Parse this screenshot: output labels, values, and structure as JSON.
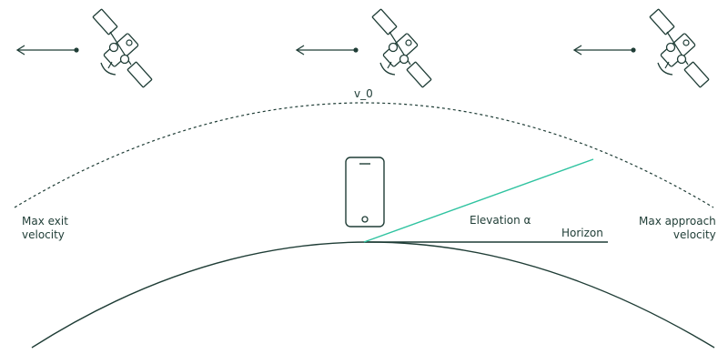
{
  "labels": {
    "orbit_top": "v_0",
    "max_exit": [
      "Max exit",
      "velocity"
    ],
    "max_approach": [
      "Max approach",
      "velocity"
    ],
    "elevation": "Elevation α",
    "horizon": "Horizon"
  },
  "icons": {
    "satellite": "satellite-icon",
    "phone": "smartphone-icon",
    "velocity_arrow": "arrow-left-icon"
  },
  "colors": {
    "ink": "#1f3d36",
    "elevation_line": "#2fc3a0",
    "background": "#ffffff"
  }
}
